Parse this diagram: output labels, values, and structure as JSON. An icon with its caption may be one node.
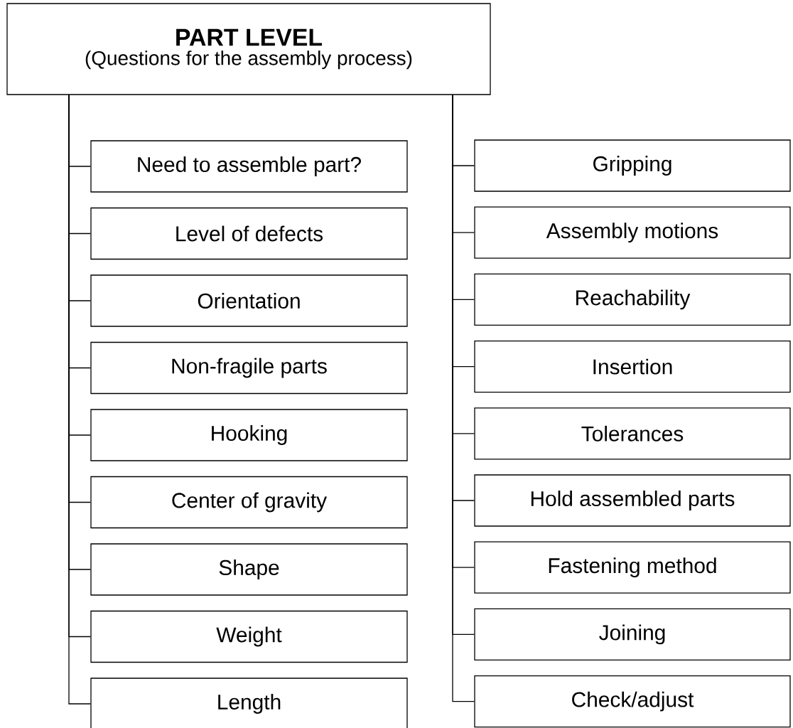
{
  "diagram": {
    "nodes": [
      {
        "text": [
          "PART LEVEL",
          "(Questions for the assembly process)"
        ]
      },
      {
        "text": [
          "Need to assemble part?"
        ]
      },
      {
        "text": [
          "Level of defects"
        ]
      },
      {
        "text": [
          "Orientation"
        ]
      },
      {
        "text": [
          "Non-fragile parts"
        ]
      },
      {
        "text": [
          "Hooking"
        ]
      },
      {
        "text": [
          "Center of gravity"
        ]
      },
      {
        "text": [
          "Shape"
        ]
      },
      {
        "text": [
          "Weight"
        ]
      },
      {
        "text": [
          "Length"
        ]
      },
      {
        "text": [
          "Gripping"
        ]
      },
      {
        "text": [
          "Assembly motions"
        ]
      },
      {
        "text": [
          "Reachability"
        ]
      },
      {
        "text": [
          "Insertion"
        ]
      },
      {
        "text": [
          "Tolerances"
        ]
      },
      {
        "text": [
          "Hold assembled parts"
        ]
      },
      {
        "text": [
          "Fastening method"
        ]
      },
      {
        "text": [
          "Joining"
        ]
      },
      {
        "text": [
          "Check/adjust"
        ]
      }
    ],
    "edges": [
      {
        "from": 0,
        "to": 1,
        "arrow": "none"
      },
      {
        "from": 0,
        "to": 2,
        "arrow": "none"
      },
      {
        "from": 0,
        "to": 3,
        "arrow": "none"
      },
      {
        "from": 0,
        "to": 4,
        "arrow": "none"
      },
      {
        "from": 0,
        "to": 5,
        "arrow": "none"
      },
      {
        "from": 0,
        "to": 6,
        "arrow": "none"
      },
      {
        "from": 0,
        "to": 7,
        "arrow": "none"
      },
      {
        "from": 0,
        "to": 8,
        "arrow": "none"
      },
      {
        "from": 0,
        "to": 9,
        "arrow": "none"
      },
      {
        "from": 0,
        "to": 10,
        "arrow": "none"
      },
      {
        "from": 0,
        "to": 11,
        "arrow": "none"
      },
      {
        "from": 0,
        "to": 12,
        "arrow": "none"
      },
      {
        "from": 0,
        "to": 13,
        "arrow": "none"
      },
      {
        "from": 0,
        "to": 14,
        "arrow": "none"
      },
      {
        "from": 0,
        "to": 15,
        "arrow": "none"
      },
      {
        "from": 0,
        "to": 16,
        "arrow": "none"
      },
      {
        "from": 0,
        "to": 17,
        "arrow": "none"
      },
      {
        "from": 0,
        "to": 18,
        "arrow": "none"
      }
    ]
  }
}
